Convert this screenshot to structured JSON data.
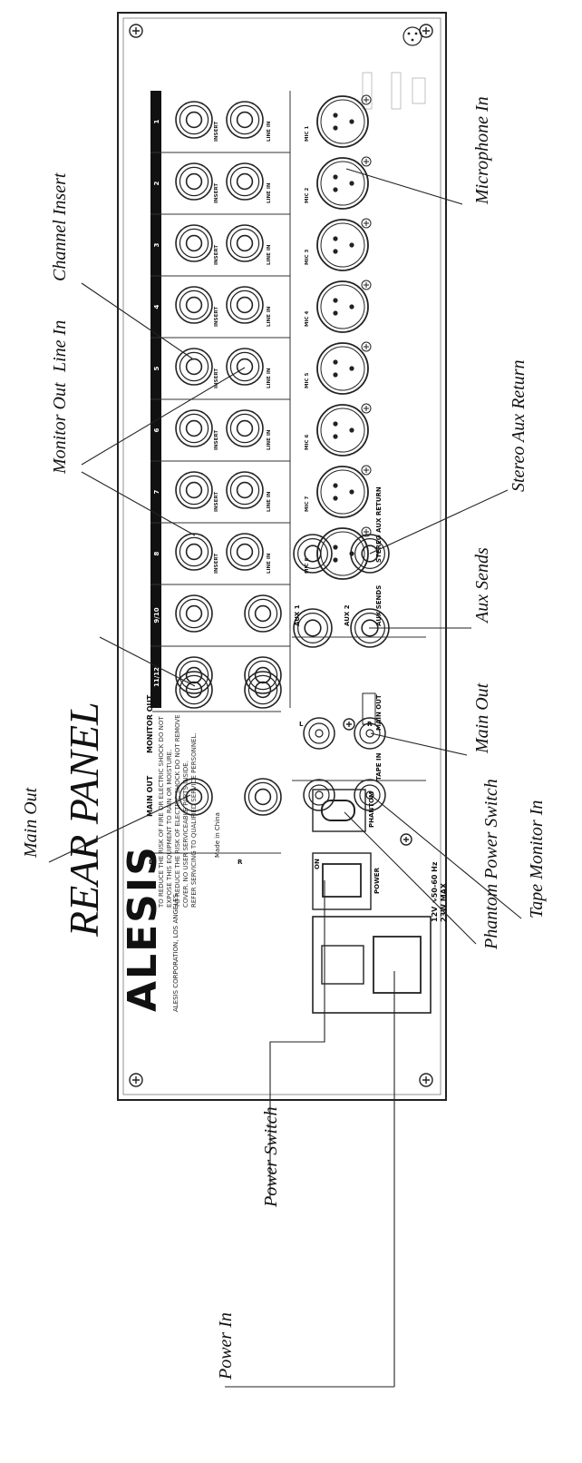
{
  "diagram": {
    "title": "REAR PANEL",
    "brand": "ALESIS",
    "brand_sub": "ALESIS CORPORATION, LOS ANGELES",
    "warning_lines": [
      "TO REDUCE THE RISK OF FIRE OR ELECTRIC SHOCK DO NOT",
      "EXPOSE THIS EQUIPMENT TO RAIN OR MOISTURE.",
      "TO REDUCE THE RISK OF ELECTRIC SHOCK DO NOT REMOVE",
      "COVER. NO USER SERVICEABLE PARTS INSIDE.",
      "REFER SERVICING TO QUALIFIED SERVICE PERSONNEL."
    ],
    "made_in": "Made in China",
    "power_rating": [
      "12V ∿50-60 Hz",
      "23W MAX"
    ],
    "switch_labels": {
      "on": "ON",
      "power": "POWER",
      "phantom": "PHANTOM"
    },
    "channels": [
      "1",
      "2",
      "3",
      "4",
      "5",
      "6",
      "7",
      "8",
      "9/10",
      "11/12"
    ],
    "jack_labels": {
      "insert": "INSERT",
      "line_in": "LINE IN",
      "mic": "MIC"
    },
    "section_labels": {
      "main_out": "MAIN OUT",
      "monitor_out": "MONITOR OUT",
      "aux_sends": "AUX SENDS",
      "stereo_aux_return": "STEREO AUX RETURN",
      "main_out_rca": "MAIN OUT",
      "tape_in": "TAPE IN",
      "aux1": "AUX 1",
      "aux2": "AUX 2",
      "left": "L",
      "right": "R"
    },
    "callouts": {
      "microphone_in": "Microphone In",
      "channel_insert": "Channel Insert",
      "line_in": "Line In",
      "monitor_out": "Monitor Out",
      "stereo_aux_return": "Stereo Aux Return",
      "aux_sends": "Aux Sends",
      "main_out_left": "Main Out",
      "main_out_rca": "Main Out",
      "tape_monitor_in": "Tape Monitor In",
      "phantom_power_switch": "Phantom Power Switch",
      "power_switch": "Power Switch",
      "power_in": "Power In"
    }
  }
}
